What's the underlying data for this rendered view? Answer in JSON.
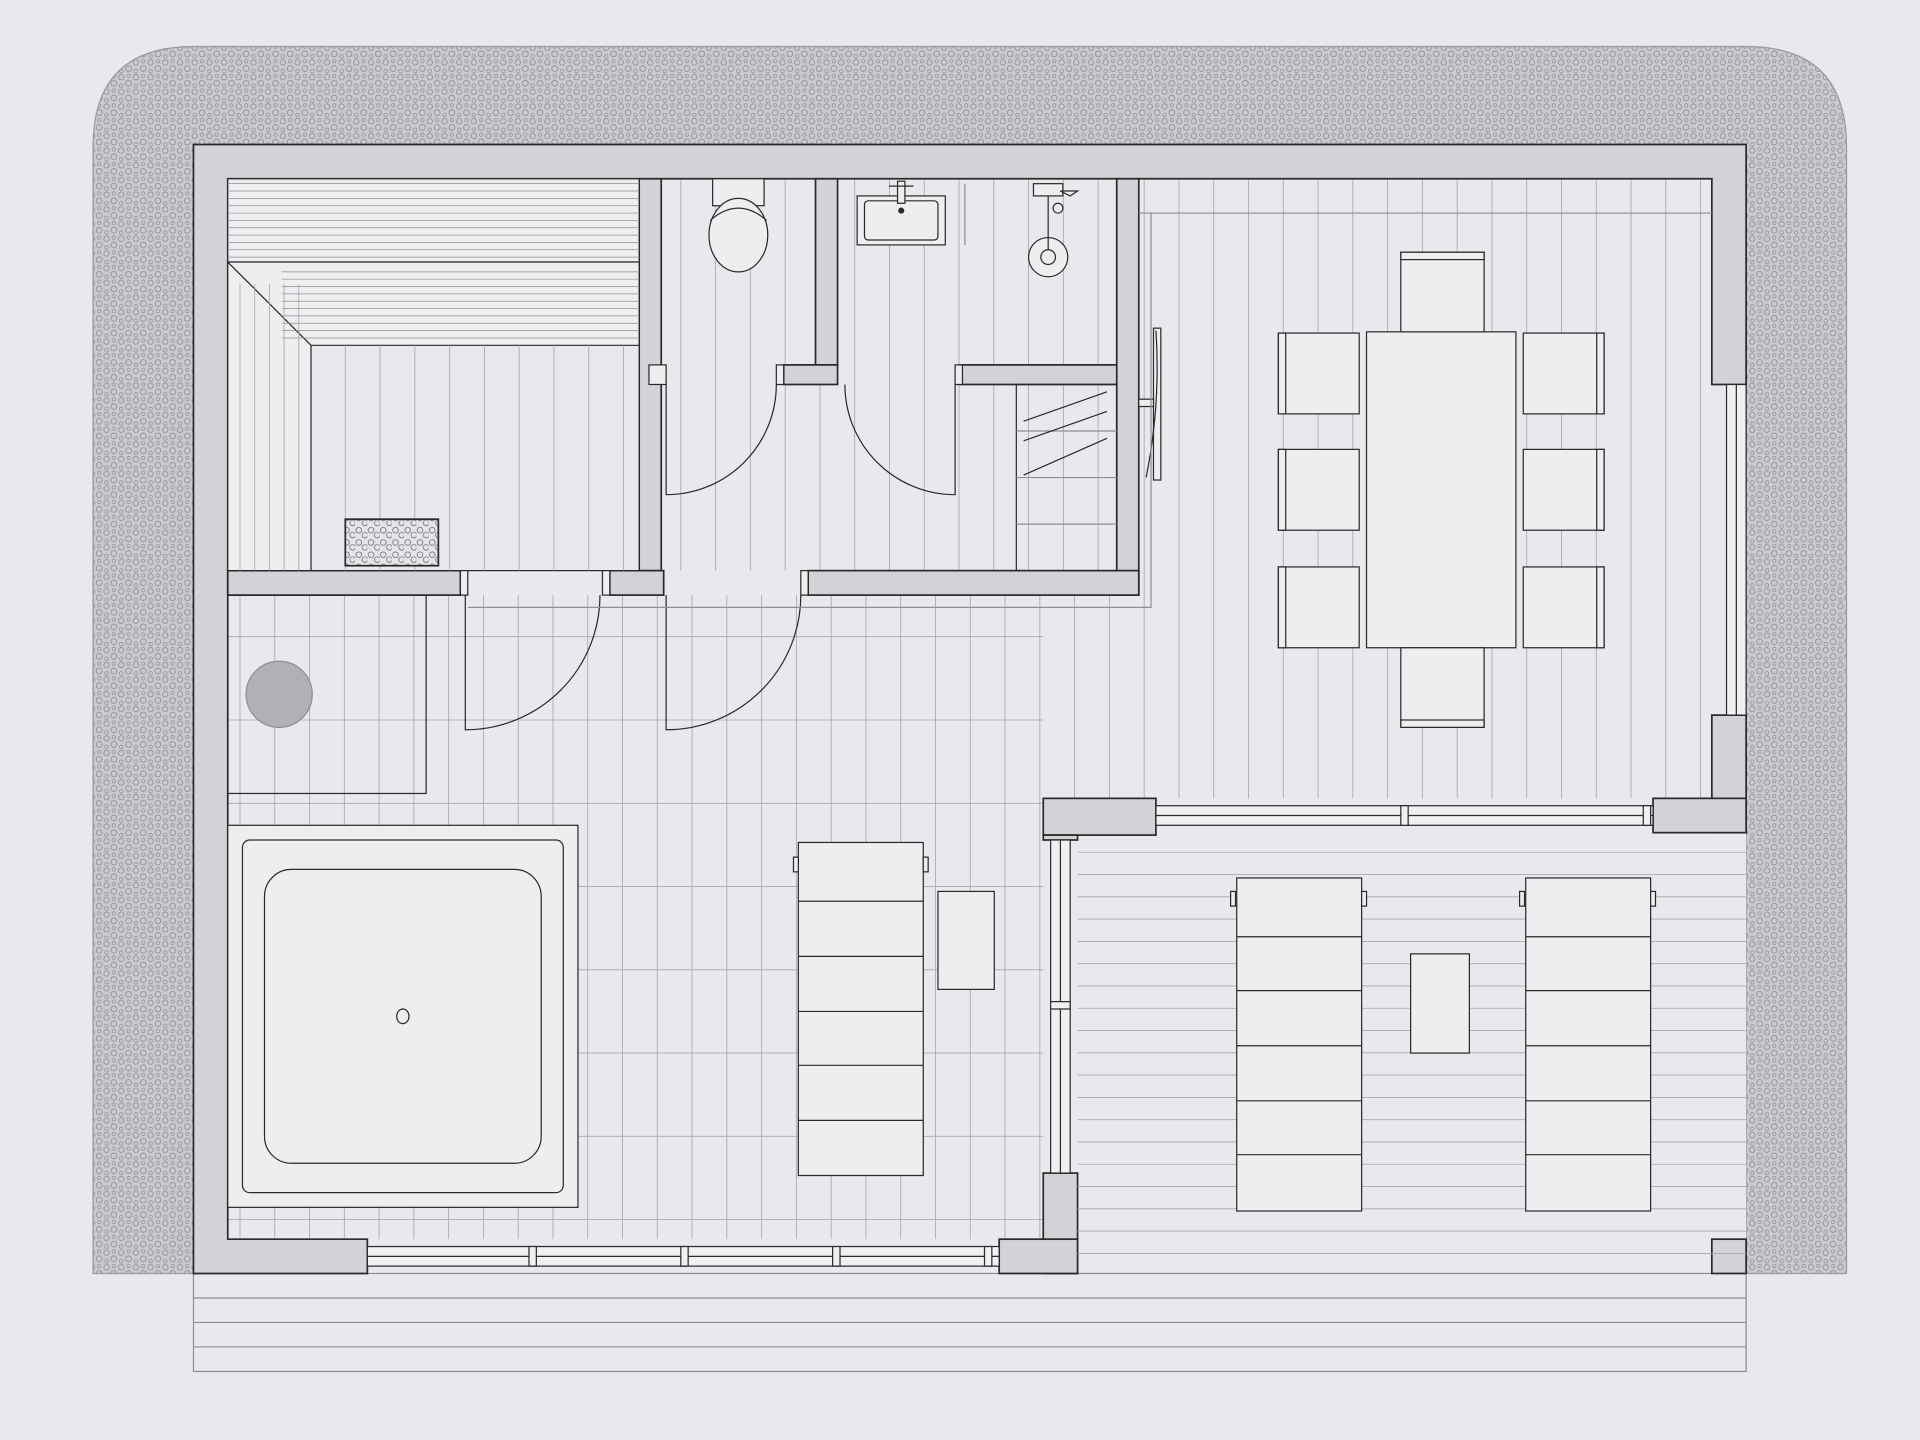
{
  "plan": {
    "labels": [],
    "colors": {
      "background": "#e8e9ec",
      "wall": "#d2d3d6",
      "line": "#2a2a2a",
      "floor": "#a8a9ad",
      "gravel": "#b4b5b8",
      "heater": "#b0b1b4"
    },
    "rooms": [
      "steam-sauna",
      "toilet",
      "shower-room",
      "dining-area",
      "relax-room",
      "outdoor-terrace",
      "front-deck"
    ],
    "fixtures": [
      "sauna-bench",
      "sauna-stove",
      "round-tub",
      "plunge-pool",
      "toilet",
      "wash-basin",
      "shower-head",
      "staircase",
      "dining-table",
      "dining-chair",
      "lounger",
      "side-table"
    ]
  }
}
